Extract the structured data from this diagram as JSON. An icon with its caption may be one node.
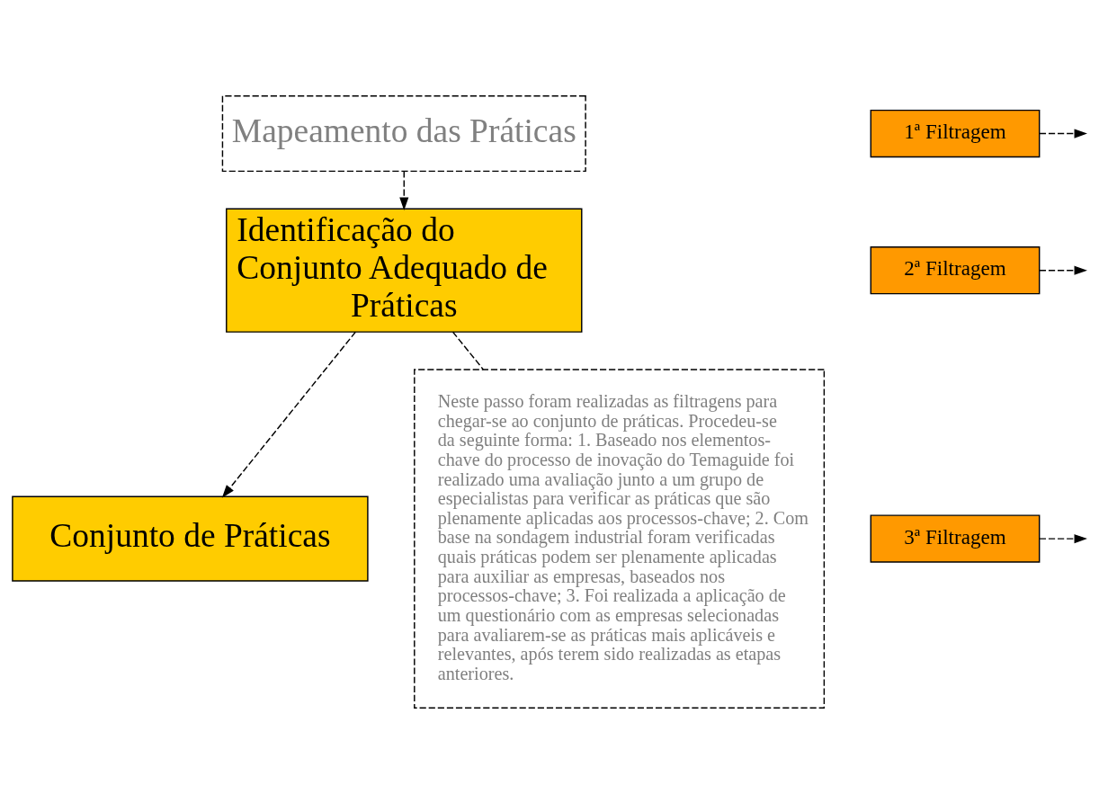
{
  "diagram": {
    "nodes": [
      {
        "text": [
          "Mapeamento das Práticas"
        ]
      },
      {
        "text": [
          "Identificação do Conjunto Adequado de Práticas"
        ]
      },
      {
        "text": [
          "1ª Filtragem"
        ]
      },
      {
        "text": [
          "2ª Filtragem"
        ]
      },
      {
        "text": [
          "3ª Filtragem"
        ]
      },
      {
        "text": [
          "Conjunto de Práticas"
        ]
      },
      {
        "text": [
          "Neste passo foram realizadas as filtragens para chegar-se ao conjunto de práticas. Procedeu-se da seguinte forma: 1. Baseado nos elementos-chave do processo de inovação do Temaguide foi realizado uma avaliação junto a um grupo de especialistas para verificar as práticas que são plenamente aplicadas aos processos-chave; 2. Com base na sondagem industrial foram verificadas quais práticas podem ser plenamente aplicadas para auxiliar as empresas, baseados nos processos-chave; 3. Foi realizada a aplicação de um questionário com as empresas selecionadas para avaliarem-se as práticas mais aplicáveis e relevantes, após terem sido realizadas as etapas anteriores."
        ]
      }
    ],
    "edges": [
      {
        "from": 0,
        "to": 1,
        "arrow": "to",
        "style": "dashed"
      },
      {
        "from": 1,
        "to": 5,
        "arrow": "to",
        "style": "dashed"
      },
      {
        "from": 2,
        "to": null,
        "arrow": "to",
        "style": "dashed"
      },
      {
        "from": 3,
        "to": null,
        "arrow": "to",
        "style": "dashed"
      },
      {
        "from": 4,
        "to": null,
        "arrow": "to",
        "style": "dashed"
      },
      {
        "from": 1,
        "to": 6,
        "arrow": "none",
        "style": "dashed"
      }
    ]
  }
}
